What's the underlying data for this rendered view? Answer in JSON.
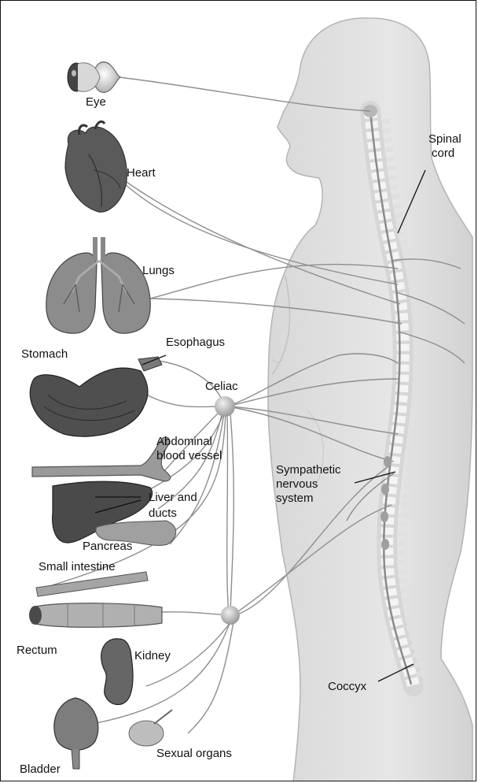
{
  "labels": {
    "eye": "Eye",
    "heart": "Heart",
    "lungs": "Lungs",
    "stomach": "Stomach",
    "esophagus": "Esophagus",
    "celiac": "Celiac",
    "abdominal_line1": "Abdominal",
    "abdominal_line2": "blood vessel",
    "liver_line1": "Liver and",
    "liver_line2": "ducts",
    "pancreas": "Pancreas",
    "small_intestine": "Small intestine",
    "rectum": "Rectum",
    "kidney": "Kidney",
    "bladder": "Bladder",
    "sexual_organs": "Sexual organs",
    "spinal_line1": "Spinal",
    "spinal_line2": "cord",
    "sympathetic_line1": "Sympathetic",
    "sympathetic_line2": "nervous",
    "sympathetic_line3": "system",
    "coccyx": "Coccyx"
  },
  "colors": {
    "body_fill": "#e2e2e2",
    "body_outline": "#b4b4b4",
    "nerve": "#8e8e8e",
    "organ_dark": "#555555",
    "organ_mid": "#7a7a7a",
    "organ_light": "#a8a8a8",
    "vertebra": "#f2f2f2",
    "ganglion": "#b8b8b8",
    "label_text": "#111111"
  }
}
